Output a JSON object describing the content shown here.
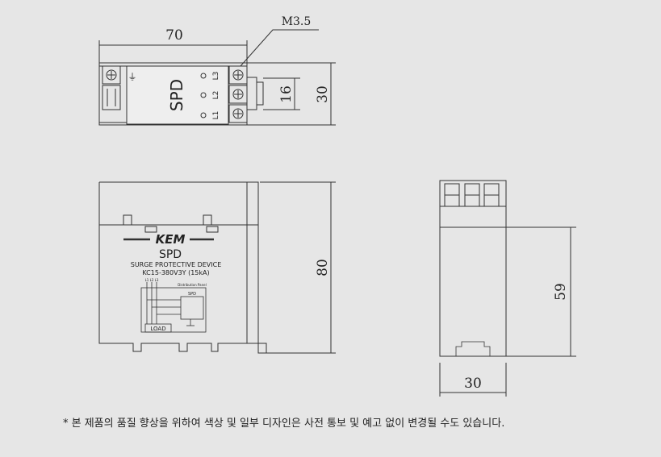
{
  "drawing": {
    "top_view": {
      "width_dim": "70",
      "screw_callout": "M3.5",
      "inner_dim": "16",
      "height_dim": "30",
      "label": "SPD",
      "terminals": [
        "L3",
        "L2",
        "L1"
      ],
      "ground_symbol": "⏚"
    },
    "front_view": {
      "brand": "KEM",
      "title": "SPD",
      "subtitle": "SURGE PROTECTIVE DEVICE",
      "model": "KC15-380V3Y   (15kA)",
      "phase_labels": "L1 L2 L3",
      "panel_label": "Distribution Panel",
      "circuit_spd": "SPD",
      "load_label": "LOAD",
      "height_dim": "80"
    },
    "side_view": {
      "height_dim": "59",
      "width_dim": "30"
    }
  },
  "footer_note": "* 본 제품의 품질 향상을 위하여 색상 및 일부 디자인은 사전 통보 및 예고 없이 변경될 수도 있습니다."
}
